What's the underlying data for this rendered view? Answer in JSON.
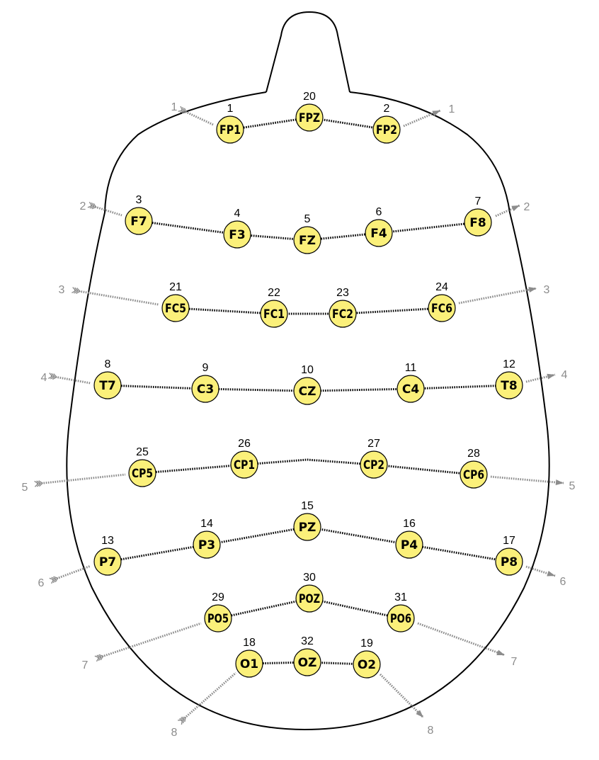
{
  "electrodes": [
    {
      "id": "FP1",
      "number": "1"
    },
    {
      "id": "FPZ",
      "number": "20"
    },
    {
      "id": "FP2",
      "number": "2"
    },
    {
      "id": "F7",
      "number": "3"
    },
    {
      "id": "F3",
      "number": "4"
    },
    {
      "id": "FZ",
      "number": "5"
    },
    {
      "id": "F4",
      "number": "6"
    },
    {
      "id": "F8",
      "number": "7"
    },
    {
      "id": "FC5",
      "number": "21"
    },
    {
      "id": "FC1",
      "number": "22"
    },
    {
      "id": "FC2",
      "number": "23"
    },
    {
      "id": "FC6",
      "number": "24"
    },
    {
      "id": "T7",
      "number": "8"
    },
    {
      "id": "C3",
      "number": "9"
    },
    {
      "id": "CZ",
      "number": "10"
    },
    {
      "id": "C4",
      "number": "11"
    },
    {
      "id": "T8",
      "number": "12"
    },
    {
      "id": "CP5",
      "number": "25"
    },
    {
      "id": "CP1",
      "number": "26"
    },
    {
      "id": "CP2",
      "number": "27"
    },
    {
      "id": "CP6",
      "number": "28"
    },
    {
      "id": "P7",
      "number": "13"
    },
    {
      "id": "P3",
      "number": "14"
    },
    {
      "id": "PZ",
      "number": "15"
    },
    {
      "id": "P4",
      "number": "16"
    },
    {
      "id": "P8",
      "number": "17"
    },
    {
      "id": "PO5",
      "number": "29"
    },
    {
      "id": "POZ",
      "number": "30"
    },
    {
      "id": "PO6",
      "number": "31"
    },
    {
      "id": "O1",
      "number": "18"
    },
    {
      "id": "OZ",
      "number": "32"
    },
    {
      "id": "O2",
      "number": "19"
    }
  ],
  "rows": [
    {
      "number": "1",
      "electrodes": [
        "FP1",
        "FPZ",
        "FP2"
      ]
    },
    {
      "number": "2",
      "electrodes": [
        "F7",
        "F3",
        "FZ",
        "F4",
        "F8"
      ]
    },
    {
      "number": "3",
      "electrodes": [
        "FC5",
        "FC1",
        "FC2",
        "FC6"
      ]
    },
    {
      "number": "4",
      "electrodes": [
        "T7",
        "C3",
        "CZ",
        "C4",
        "T8"
      ]
    },
    {
      "number": "5",
      "electrodes": [
        "CP5",
        "CP1",
        "CP2",
        "CP6"
      ]
    },
    {
      "number": "6",
      "electrodes": [
        "P7",
        "P3",
        "PZ",
        "P4",
        "P8"
      ]
    },
    {
      "number": "7",
      "electrodes": [
        "PO5",
        "POZ",
        "PO6"
      ]
    },
    {
      "number": "8",
      "electrodes": [
        "O1",
        "OZ",
        "O2"
      ]
    }
  ],
  "colors": {
    "electrode_fill": "#fbf07a",
    "outline": "#000000",
    "lead_line": "#8c8c8c"
  }
}
